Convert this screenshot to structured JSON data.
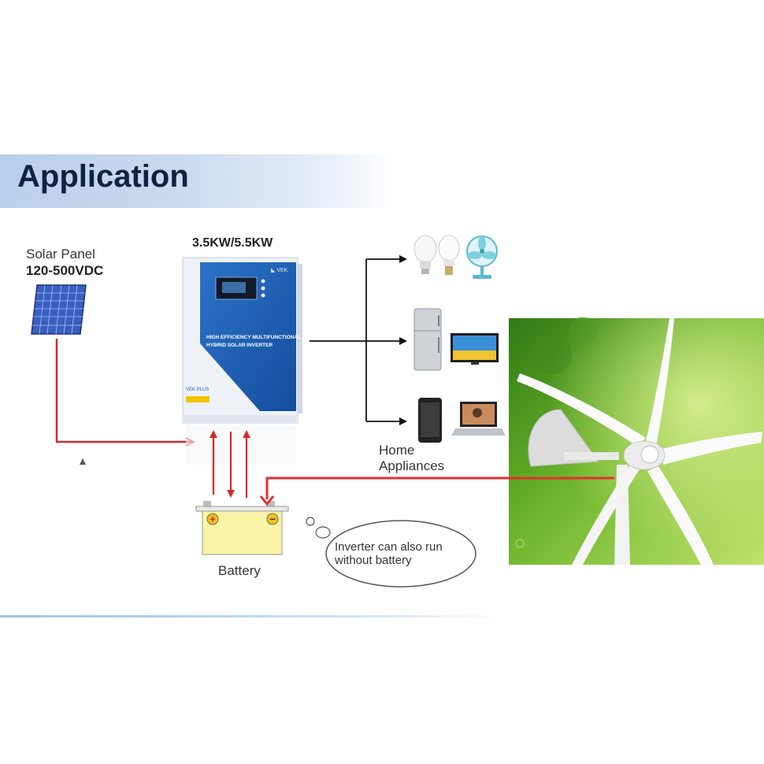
{
  "header": {
    "title": "Application"
  },
  "solar_panel": {
    "label": "Solar Panel",
    "voltage": "120-500VDC"
  },
  "inverter": {
    "model": "3.5KW/5.5KW",
    "front_text_line1": "HIGH EFFICIENCY MULTIFUNCTIONAL",
    "front_text_line2": "HYBRID SOLAR INVERTER",
    "brand": "VEK PLUS"
  },
  "home_appliances": {
    "label": "Home Appliances"
  },
  "battery": {
    "label": "Battery",
    "plus": "+",
    "minus": "−"
  },
  "note": {
    "text": "Inverter can also run without battery"
  },
  "colors": {
    "wire": "#d42a2a",
    "arrow": "#111111",
    "header_text": "#0d2340",
    "inverter_blue": "#1f5fb4"
  }
}
